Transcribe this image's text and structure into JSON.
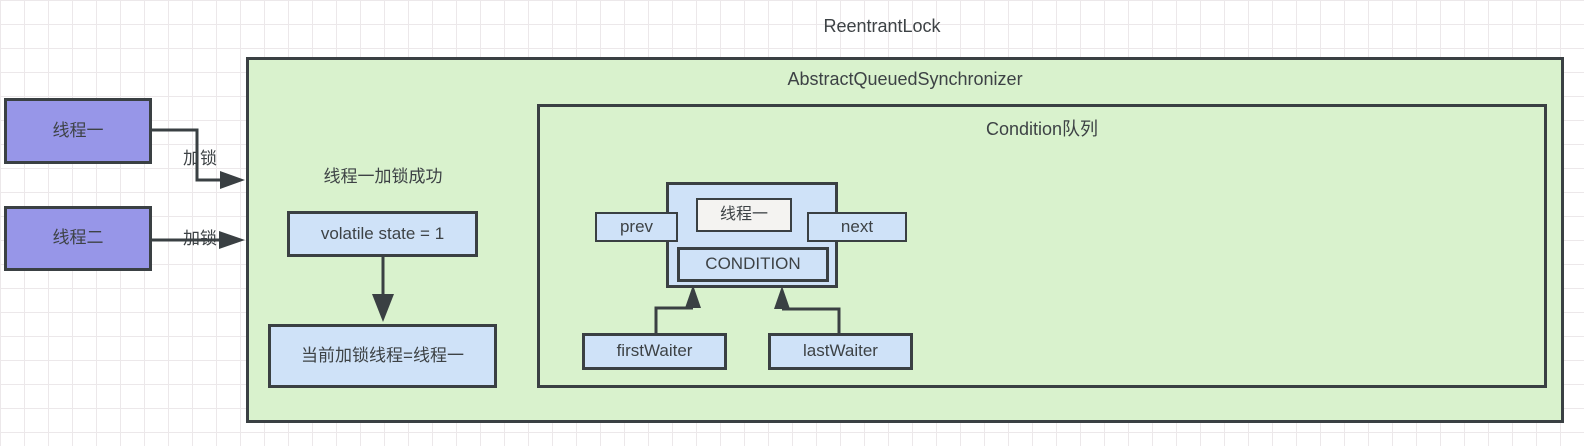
{
  "title": "ReentrantLock",
  "aqs": {
    "title": "AbstractQueuedSynchronizer",
    "success_note": "线程一加锁成功",
    "volatile_state": "volatile state = 1",
    "current_thread": "当前加锁线程=线程一"
  },
  "threads": [
    {
      "label": "线程一",
      "arrow_label": "加锁"
    },
    {
      "label": "线程二",
      "arrow_label": "加锁"
    }
  ],
  "condition": {
    "title": "Condition队列",
    "node": {
      "thread": "线程一",
      "prev": "prev",
      "next": "next",
      "state": "CONDITION"
    },
    "first_waiter": "firstWaiter",
    "last_waiter": "lastWaiter"
  },
  "colors": {
    "container_fill": "#d9f2cd",
    "node_fill": "#cfe2f8",
    "thread_fill": "#9796e8",
    "inner_node_fill": "#f4f3f1",
    "stroke": "#3a4043",
    "text": "#3d4245",
    "grid_line": "#ece8ea"
  }
}
